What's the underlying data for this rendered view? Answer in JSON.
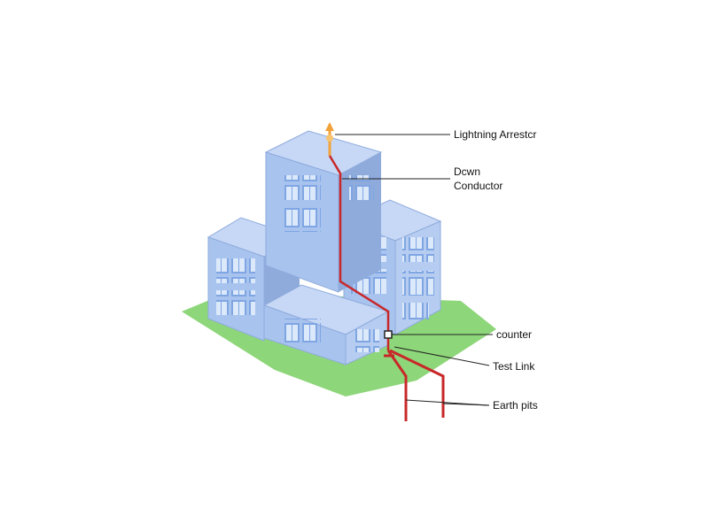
{
  "labels": {
    "lightning_arrester": "Lightning Arrestcr",
    "down_conductor_line1": "Dcwn",
    "down_conductor_line2": "Conductor",
    "counter": "counter",
    "test_link": "Test Link",
    "earth_pits": "Earth pits"
  },
  "colors": {
    "background": "#ffffff",
    "facade": "#a9c3ef",
    "facade_dark": "#8fabdc",
    "roof": "#c6d8f5",
    "window": "#7fa6e3",
    "window_pane": "#dce9fb",
    "ground": "#8ed67a",
    "conductor": "#c8282a",
    "callout_line": "#222222",
    "arrester": "#f2a23a"
  }
}
